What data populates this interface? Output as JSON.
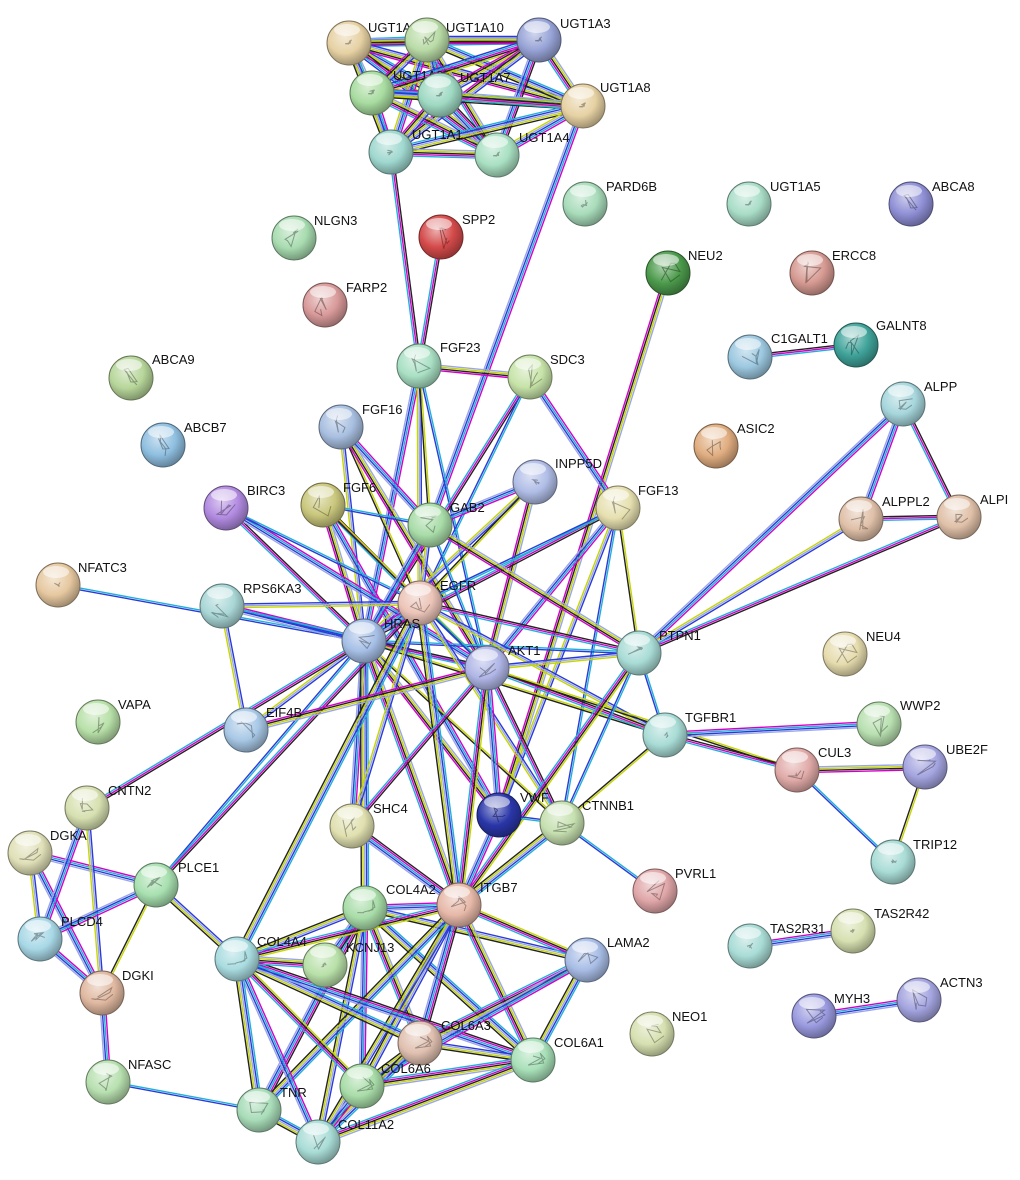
{
  "proteins": [
    {
      "id": "UGT1A6",
      "label": "UGT1A6",
      "color": "#e6d1a3"
    },
    {
      "id": "UGT1A10",
      "label": "UGT1A10",
      "color": "#b9dba6"
    },
    {
      "id": "UGT1A3",
      "label": "UGT1A3",
      "color": "#97a3d6"
    },
    {
      "id": "UGT1A8",
      "label": "UGT1A8",
      "color": "#e6d1a3"
    },
    {
      "id": "UGT1A9",
      "label": "UGT1A9",
      "color": "#a8dca0"
    },
    {
      "id": "UGT1A7",
      "label": "UGT1A7",
      "color": "#9ed9c2"
    },
    {
      "id": "UGT1A1",
      "label": "UGT1A1",
      "color": "#9fd8cf"
    },
    {
      "id": "UGT1A4",
      "label": "UGT1A4",
      "color": "#a9e0c2"
    },
    {
      "id": "PARD6B",
      "label": "PARD6B",
      "color": "#a8dcba"
    },
    {
      "id": "UGT1A5",
      "label": "UGT1A5",
      "color": "#a9ddc8"
    },
    {
      "id": "ABCA8",
      "label": "ABCA8",
      "color": "#8f8fd6"
    },
    {
      "id": "NLGN3",
      "label": "NLGN3",
      "color": "#a8dcb0"
    },
    {
      "id": "SPP2",
      "label": "SPP2",
      "color": "#d44a4a"
    },
    {
      "id": "NEU2",
      "label": "NEU2",
      "color": "#4c9a4c"
    },
    {
      "id": "ERCC8",
      "label": "ERCC8",
      "color": "#d69a92"
    },
    {
      "id": "FARP2",
      "label": "FARP2",
      "color": "#d99a9a"
    },
    {
      "id": "C1GALT1",
      "label": "C1GALT1",
      "color": "#9cc8e0"
    },
    {
      "id": "GALNT8",
      "label": "GALNT8",
      "color": "#3fa39a"
    },
    {
      "id": "ABCA9",
      "label": "ABCA9",
      "color": "#b7d69a"
    },
    {
      "id": "FGF23",
      "label": "FGF23",
      "color": "#a9e0c4"
    },
    {
      "id": "SDC3",
      "label": "SDC3",
      "color": "#c7e3a8"
    },
    {
      "id": "ALPP",
      "label": "ALPP",
      "color": "#a6d6dc"
    },
    {
      "id": "ABCB7",
      "label": "ABCB7",
      "color": "#8fbfe0"
    },
    {
      "id": "FGF16",
      "label": "FGF16",
      "color": "#a8bfe0"
    },
    {
      "id": "ASIC2",
      "label": "ASIC2",
      "color": "#e0ad80"
    },
    {
      "id": "INPP5D",
      "label": "INPP5D",
      "color": "#b0bde6"
    },
    {
      "id": "BIRC3",
      "label": "BIRC3",
      "color": "#b18ae0"
    },
    {
      "id": "FGF6",
      "label": "FGF6",
      "color": "#c9c77c"
    },
    {
      "id": "GAB2",
      "label": "GAB2",
      "color": "#a8dca8"
    },
    {
      "id": "FGF13",
      "label": "FGF13",
      "color": "#e6e0b0"
    },
    {
      "id": "ALPPL2",
      "label": "ALPPL2",
      "color": "#e0c0a8"
    },
    {
      "id": "ALPI",
      "label": "ALPI",
      "color": "#e0c0a8"
    },
    {
      "id": "NFATC3",
      "label": "NFATC3",
      "color": "#e6c8a0"
    },
    {
      "id": "EGFR",
      "label": "EGFR",
      "color": "#ecc4b8"
    },
    {
      "id": "RPS6KA3",
      "label": "RPS6KA3",
      "color": "#a9d6d6"
    },
    {
      "id": "HRAS",
      "label": "HRAS",
      "color": "#a6bfe6"
    },
    {
      "id": "AKT1",
      "label": "AKT1",
      "color": "#b0b6e6"
    },
    {
      "id": "PTPN1",
      "label": "PTPN1",
      "color": "#a9dcd6"
    },
    {
      "id": "NEU4",
      "label": "NEU4",
      "color": "#e6dcae"
    },
    {
      "id": "VAPA",
      "label": "VAPA",
      "color": "#b8e0a8"
    },
    {
      "id": "EIF4B",
      "label": "EIF4B",
      "color": "#a8c8e6"
    },
    {
      "id": "TGFBR1",
      "label": "TGFBR1",
      "color": "#a9dcd6"
    },
    {
      "id": "WWP2",
      "label": "WWP2",
      "color": "#b8e0b0"
    },
    {
      "id": "CUL3",
      "label": "CUL3",
      "color": "#e0aaa8"
    },
    {
      "id": "UBE2F",
      "label": "UBE2F",
      "color": "#a4a4e0"
    },
    {
      "id": "CNTN2",
      "label": "CNTN2",
      "color": "#d6e0b0"
    },
    {
      "id": "VWF",
      "label": "VWF",
      "color": "#2a36a8"
    },
    {
      "id": "CTNNB1",
      "label": "CTNNB1",
      "color": "#c6e0b0"
    },
    {
      "id": "SHC4",
      "label": "SHC4",
      "color": "#e0e0b0"
    },
    {
      "id": "DGKA",
      "label": "DGKA",
      "color": "#e0e0b8"
    },
    {
      "id": "TRIP12",
      "label": "TRIP12",
      "color": "#a9dcd6"
    },
    {
      "id": "PLCE1",
      "label": "PLCE1",
      "color": "#a8e0b0"
    },
    {
      "id": "COL4A2",
      "label": "COL4A2",
      "color": "#a8dca8"
    },
    {
      "id": "ITGB7",
      "label": "ITGB7",
      "color": "#e6b8a8"
    },
    {
      "id": "PVRL1",
      "label": "PVRL1",
      "color": "#e0a6a8"
    },
    {
      "id": "TAS2R31",
      "label": "TAS2R31",
      "color": "#a9dcd6"
    },
    {
      "id": "TAS2R42",
      "label": "TAS2R42",
      "color": "#d6e0b0"
    },
    {
      "id": "PLCD4",
      "label": "PLCD4",
      "color": "#a8d8e6"
    },
    {
      "id": "COL4A4",
      "label": "COL4A4",
      "color": "#a9dce0"
    },
    {
      "id": "KCNJ13",
      "label": "KCNJ13",
      "color": "#b8e0a8"
    },
    {
      "id": "LAMA2",
      "label": "LAMA2",
      "color": "#a8bde6"
    },
    {
      "id": "DGKI",
      "label": "DGKI",
      "color": "#e0b8a0"
    },
    {
      "id": "NEO1",
      "label": "NEO1",
      "color": "#d6e0b0"
    },
    {
      "id": "MYH3",
      "label": "MYH3",
      "color": "#9a9ae0"
    },
    {
      "id": "ACTN3",
      "label": "ACTN3",
      "color": "#a4a4e0"
    },
    {
      "id": "COL6A3",
      "label": "COL6A3",
      "color": "#e0c0b0"
    },
    {
      "id": "COL6A1",
      "label": "COL6A1",
      "color": "#a8e0b8"
    },
    {
      "id": "NFASC",
      "label": "NFASC",
      "color": "#b8e0b0"
    },
    {
      "id": "COL6A6",
      "label": "COL6A6",
      "color": "#a8dca8"
    },
    {
      "id": "TNR",
      "label": "TNR",
      "color": "#a8dcb8"
    },
    {
      "id": "COL11A2",
      "label": "COL11A2",
      "color": "#a9dcd6"
    }
  ],
  "edge_colors": {
    "yellow_green": "#c6d600",
    "black": "#222222",
    "magenta": "#d400c8",
    "cyan": "#22b0d6",
    "blue": "#2a3ad6",
    "lavender": "#9aa6e6",
    "lime": "#a6d640"
  },
  "interactions": [
    [
      "UGT1A6",
      "UGT1A10"
    ],
    [
      "UGT1A6",
      "UGT1A3"
    ],
    [
      "UGT1A6",
      "UGT1A9"
    ],
    [
      "UGT1A6",
      "UGT1A7"
    ],
    [
      "UGT1A6",
      "UGT1A1"
    ],
    [
      "UGT1A6",
      "UGT1A8"
    ],
    [
      "UGT1A6",
      "UGT1A4"
    ],
    [
      "UGT1A10",
      "UGT1A3"
    ],
    [
      "UGT1A10",
      "UGT1A9"
    ],
    [
      "UGT1A10",
      "UGT1A7"
    ],
    [
      "UGT1A10",
      "UGT1A1"
    ],
    [
      "UGT1A10",
      "UGT1A8"
    ],
    [
      "UGT1A10",
      "UGT1A4"
    ],
    [
      "UGT1A3",
      "UGT1A9"
    ],
    [
      "UGT1A3",
      "UGT1A7"
    ],
    [
      "UGT1A3",
      "UGT1A1"
    ],
    [
      "UGT1A3",
      "UGT1A8"
    ],
    [
      "UGT1A3",
      "UGT1A4"
    ],
    [
      "UGT1A9",
      "UGT1A7"
    ],
    [
      "UGT1A9",
      "UGT1A1"
    ],
    [
      "UGT1A9",
      "UGT1A8"
    ],
    [
      "UGT1A9",
      "UGT1A4"
    ],
    [
      "UGT1A7",
      "UGT1A1"
    ],
    [
      "UGT1A7",
      "UGT1A8"
    ],
    [
      "UGT1A7",
      "UGT1A4"
    ],
    [
      "UGT1A1",
      "UGT1A8"
    ],
    [
      "UGT1A1",
      "UGT1A4"
    ],
    [
      "UGT1A8",
      "UGT1A4"
    ],
    [
      "UGT1A1",
      "FGF23"
    ],
    [
      "UGT1A8",
      "GAB2"
    ],
    [
      "SPP2",
      "FGF23"
    ],
    [
      "NEU2",
      "VWF"
    ],
    [
      "C1GALT1",
      "GALNT8"
    ],
    [
      "ALPP",
      "ALPPL2"
    ],
    [
      "ALPP",
      "ALPI"
    ],
    [
      "ALPPL2",
      "ALPI"
    ],
    [
      "ALPP",
      "PTPN1"
    ],
    [
      "ALPPL2",
      "PTPN1"
    ],
    [
      "ALPI",
      "PTPN1"
    ],
    [
      "FGF23",
      "SDC3"
    ],
    [
      "FGF23",
      "HRAS"
    ],
    [
      "FGF23",
      "EGFR"
    ],
    [
      "FGF23",
      "AKT1"
    ],
    [
      "FGF23",
      "GAB2"
    ],
    [
      "SDC3",
      "FGF13"
    ],
    [
      "SDC3",
      "HRAS"
    ],
    [
      "SDC3",
      "EGFR"
    ],
    [
      "FGF16",
      "HRAS"
    ],
    [
      "FGF16",
      "EGFR"
    ],
    [
      "FGF16",
      "AKT1"
    ],
    [
      "FGF16",
      "GAB2"
    ],
    [
      "FGF6",
      "HRAS"
    ],
    [
      "FGF6",
      "EGFR"
    ],
    [
      "FGF6",
      "AKT1"
    ],
    [
      "FGF6",
      "GAB2"
    ],
    [
      "FGF6",
      "VWF"
    ],
    [
      "INPP5D",
      "HRAS"
    ],
    [
      "INPP5D",
      "EGFR"
    ],
    [
      "INPP5D",
      "AKT1"
    ],
    [
      "INPP5D",
      "GAB2"
    ],
    [
      "BIRC3",
      "HRAS"
    ],
    [
      "BIRC3",
      "AKT1"
    ],
    [
      "BIRC3",
      "EGFR"
    ],
    [
      "FGF13",
      "HRAS"
    ],
    [
      "FGF13",
      "EGFR"
    ],
    [
      "FGF13",
      "AKT1"
    ],
    [
      "FGF13",
      "PTPN1"
    ],
    [
      "FGF13",
      "CTNNB1"
    ],
    [
      "FGF13",
      "VWF"
    ],
    [
      "GAB2",
      "HRAS"
    ],
    [
      "GAB2",
      "EGFR"
    ],
    [
      "GAB2",
      "AKT1"
    ],
    [
      "GAB2",
      "PTPN1"
    ],
    [
      "NFATC3",
      "HRAS"
    ],
    [
      "RPS6KA3",
      "HRAS"
    ],
    [
      "RPS6KA3",
      "EGFR"
    ],
    [
      "RPS6KA3",
      "AKT1"
    ],
    [
      "RPS6KA3",
      "EIF4B"
    ],
    [
      "HRAS",
      "EGFR"
    ],
    [
      "HRAS",
      "AKT1"
    ],
    [
      "HRAS",
      "PTPN1"
    ],
    [
      "HRAS",
      "TGFBR1"
    ],
    [
      "HRAS",
      "CTNNB1"
    ],
    [
      "HRAS",
      "VWF"
    ],
    [
      "HRAS",
      "EIF4B"
    ],
    [
      "HRAS",
      "PLCE1"
    ],
    [
      "HRAS",
      "SHC4"
    ],
    [
      "HRAS",
      "CNTN2"
    ],
    [
      "HRAS",
      "ITGB7"
    ],
    [
      "HRAS",
      "COL4A2"
    ],
    [
      "EGFR",
      "AKT1"
    ],
    [
      "EGFR",
      "PTPN1"
    ],
    [
      "EGFR",
      "TGFBR1"
    ],
    [
      "EGFR",
      "CTNNB1"
    ],
    [
      "EGFR",
      "SHC4"
    ],
    [
      "EGFR",
      "PLCE1"
    ],
    [
      "EGFR",
      "COL4A4"
    ],
    [
      "EGFR",
      "ITGB7"
    ],
    [
      "AKT1",
      "PTPN1"
    ],
    [
      "AKT1",
      "TGFBR1"
    ],
    [
      "AKT1",
      "CTNNB1"
    ],
    [
      "AKT1",
      "VWF"
    ],
    [
      "AKT1",
      "EIF4B"
    ],
    [
      "AKT1",
      "SHC4"
    ],
    [
      "AKT1",
      "CUL3"
    ],
    [
      "AKT1",
      "ITGB7"
    ],
    [
      "PTPN1",
      "TGFBR1"
    ],
    [
      "PTPN1",
      "CTNNB1"
    ],
    [
      "PTPN1",
      "ITGB7"
    ],
    [
      "TGFBR1",
      "CUL3"
    ],
    [
      "TGFBR1",
      "WWP2"
    ],
    [
      "TGFBR1",
      "CTNNB1"
    ],
    [
      "CUL3",
      "UBE2F"
    ],
    [
      "CUL3",
      "TRIP12"
    ],
    [
      "UBE2F",
      "TRIP12"
    ],
    [
      "CTNNB1",
      "PVRL1"
    ],
    [
      "CTNNB1",
      "VWF"
    ],
    [
      "CTNNB1",
      "ITGB7"
    ],
    [
      "SHC4",
      "ITGB7"
    ],
    [
      "VWF",
      "ITGB7"
    ],
    [
      "DGKA",
      "PLCE1"
    ],
    [
      "DGKA",
      "PLCD4"
    ],
    [
      "DGKA",
      "DGKI"
    ],
    [
      "CNTN2",
      "DGKI"
    ],
    [
      "CNTN2",
      "PLCD4"
    ],
    [
      "PLCE1",
      "PLCD4"
    ],
    [
      "PLCE1",
      "DGKI"
    ],
    [
      "PLCE1",
      "COL4A4"
    ],
    [
      "PLCD4",
      "DGKI"
    ],
    [
      "DGKI",
      "NFASC"
    ],
    [
      "NFASC",
      "TNR"
    ],
    [
      "COL4A2",
      "COL4A4"
    ],
    [
      "COL4A2",
      "ITGB7"
    ],
    [
      "COL4A2",
      "COL6A3"
    ],
    [
      "COL4A2",
      "COL6A1"
    ],
    [
      "COL4A2",
      "COL6A6"
    ],
    [
      "COL4A2",
      "COL11A2"
    ],
    [
      "COL4A2",
      "TNR"
    ],
    [
      "COL4A2",
      "LAMA2"
    ],
    [
      "COL4A2",
      "KCNJ13"
    ],
    [
      "ITGB7",
      "COL4A4"
    ],
    [
      "ITGB7",
      "COL6A3"
    ],
    [
      "ITGB7",
      "COL6A1"
    ],
    [
      "ITGB7",
      "COL6A6"
    ],
    [
      "ITGB7",
      "LAMA2"
    ],
    [
      "ITGB7",
      "COL11A2"
    ],
    [
      "ITGB7",
      "TNR"
    ],
    [
      "COL4A4",
      "COL6A3"
    ],
    [
      "COL4A4",
      "COL6A1"
    ],
    [
      "COL4A4",
      "COL6A6"
    ],
    [
      "COL4A4",
      "COL11A2"
    ],
    [
      "COL4A4",
      "TNR"
    ],
    [
      "COL4A4",
      "KCNJ13"
    ],
    [
      "LAMA2",
      "COL6A1"
    ],
    [
      "LAMA2",
      "COL6A3"
    ],
    [
      "LAMA2",
      "COL6A6"
    ],
    [
      "COL6A3",
      "COL6A1"
    ],
    [
      "COL6A3",
      "COL6A6"
    ],
    [
      "COL6A3",
      "COL11A2"
    ],
    [
      "COL6A1",
      "COL6A6"
    ],
    [
      "COL6A1",
      "COL11A2"
    ],
    [
      "COL6A6",
      "COL11A2"
    ],
    [
      "TNR",
      "COL11A2"
    ],
    [
      "TAS2R31",
      "TAS2R42"
    ],
    [
      "MYH3",
      "ACTN3"
    ]
  ]
}
